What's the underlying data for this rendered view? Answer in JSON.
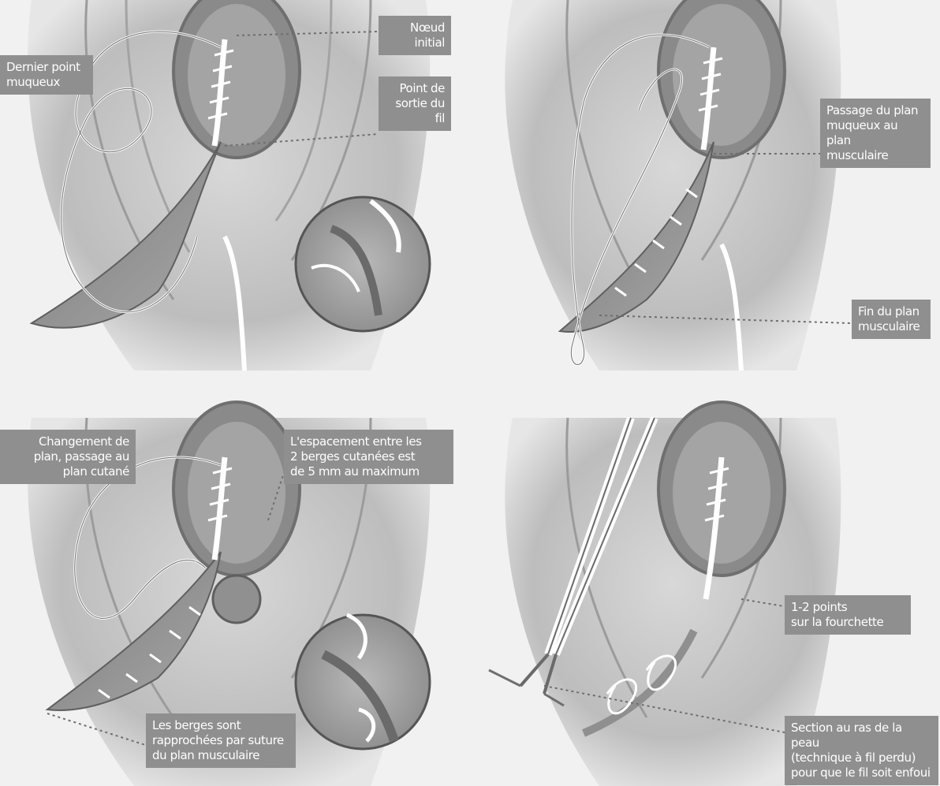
{
  "panels": {
    "top_left": {
      "labels": {
        "noeud_initial": "Nœud initial",
        "dernier_point": "Dernier point\nmuqueux",
        "point_sortie": "Point de\nsortie du fil"
      }
    },
    "top_right": {
      "labels": {
        "passage_plan": "Passage du plan\nmuqueux au plan\nmusculaire",
        "fin_plan": "Fin du plan\nmusculaire"
      }
    },
    "bottom_left": {
      "labels": {
        "changement_plan": "Changement de\nplan, passage au\nplan cutané",
        "espacement": "L'espacement entre les\n2 berges cutanées est\nde 5 mm au maximum",
        "berges": "Les berges sont\nrapprochées par suture\ndu plan musculaire"
      }
    },
    "bottom_right": {
      "labels": {
        "points_fourchette": "1-2 points\nsur la fourchette",
        "section": "Section au ras de la peau\n(technique à fil perdu)\npour que le fil soit enfoui"
      }
    }
  },
  "colors": {
    "label_bg": "#8f8f8f",
    "label_text": "#ffffff",
    "tissue": "#c9c9c9",
    "thread": "#ffffff",
    "leader": "#6e6e6e"
  }
}
